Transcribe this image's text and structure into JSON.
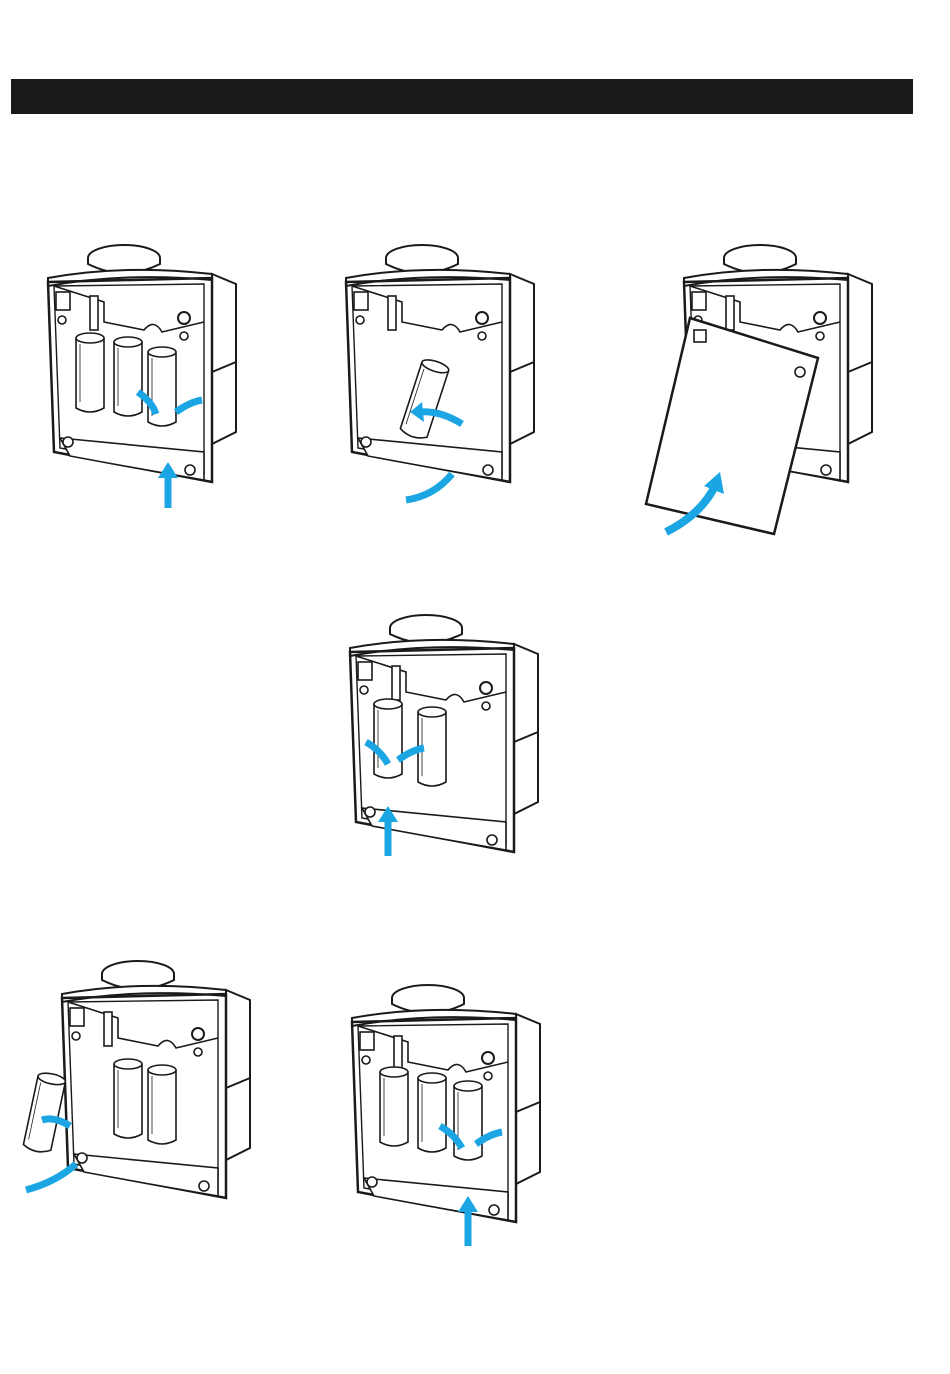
{
  "header": {
    "title": ""
  },
  "colors": {
    "arrow": "#1ba6e3",
    "line": "#1a1a1a",
    "header": "#1a1a1a"
  },
  "illustrations": [
    {
      "id": 1,
      "subject": "unit-open-filter-right",
      "arrows": [
        "twist-left",
        "twist-right",
        "push-up"
      ]
    },
    {
      "id": 2,
      "subject": "unit-filter-tilted-out",
      "arrows": [
        "curve-left",
        "swing-down"
      ]
    },
    {
      "id": 3,
      "subject": "unit-cover-panel",
      "arrows": [
        "lift-up"
      ]
    },
    {
      "id": 4,
      "subject": "unit-open-filter-middle",
      "arrows": [
        "twist-left",
        "twist-right",
        "push-up"
      ]
    },
    {
      "id": 5,
      "subject": "unit-filter-left-out",
      "arrows": [
        "curve-left",
        "swing-down"
      ]
    },
    {
      "id": 6,
      "subject": "unit-open-filter-right-2",
      "arrows": [
        "twist-left",
        "twist-right",
        "push-up"
      ]
    }
  ]
}
